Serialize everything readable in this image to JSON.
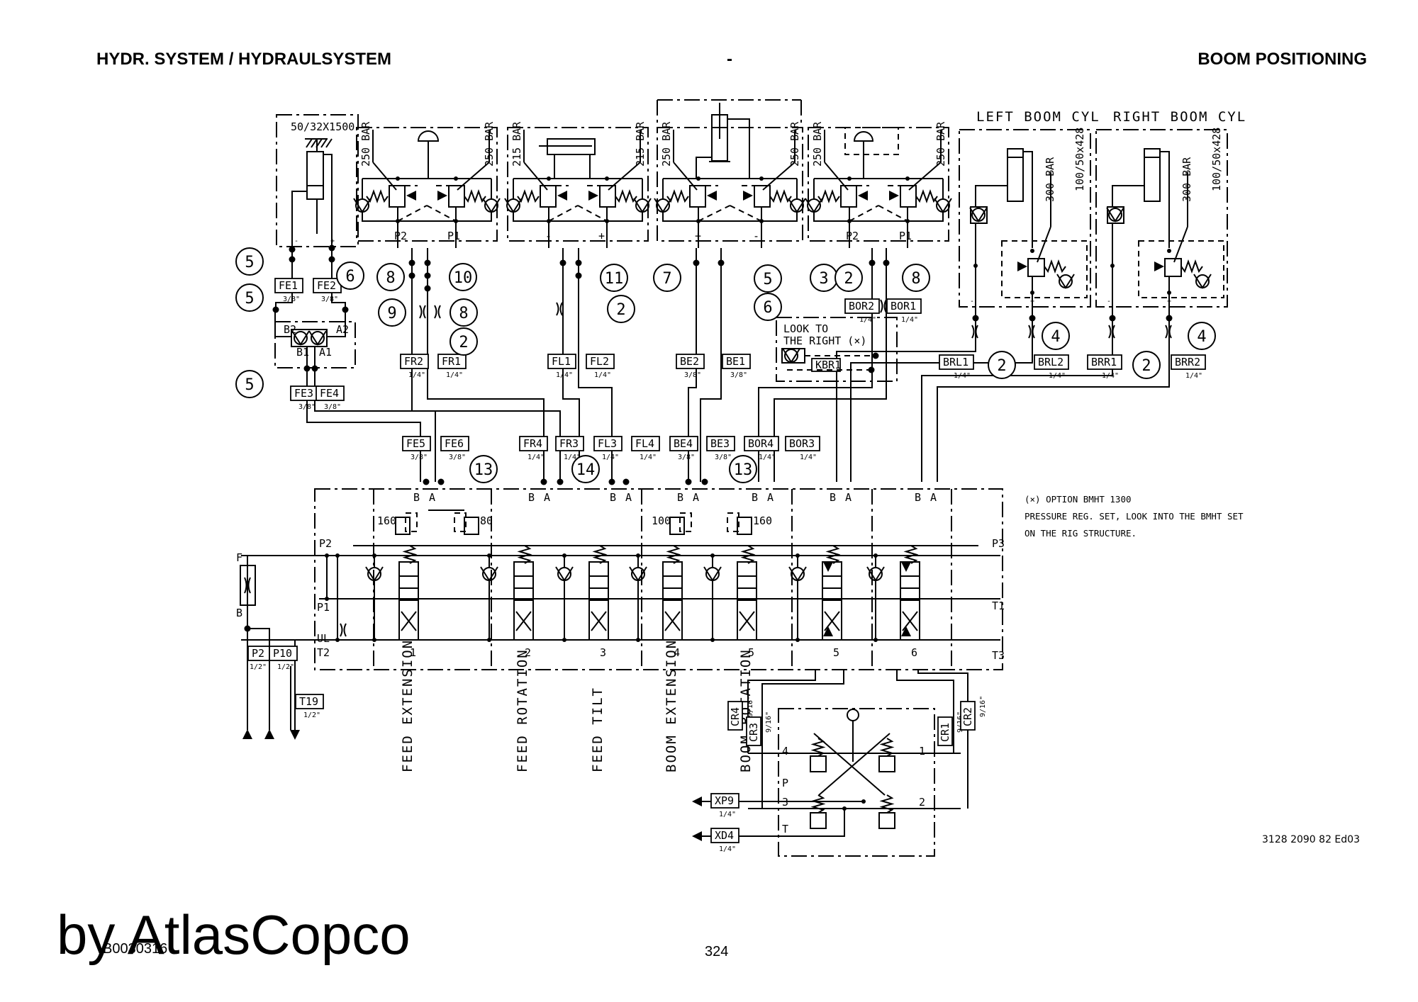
{
  "header": {
    "left": "HYDR. SYSTEM / HYDRAULSYSTEM",
    "middle": "-",
    "right": "BOOM POSITIONING"
  },
  "footer": {
    "watermark": "by AtlasCopco",
    "figure_id": "B0030316",
    "page_number": "324",
    "document_number": "3128 2090 82 Ed03"
  },
  "cylinders": {
    "feed_cyl_spec": "50/32X1500",
    "left_boom_title": "LEFT BOOM CYL",
    "right_boom_title": "RIGHT BOOM CYL",
    "boom_cyl_spec": "100/50x428",
    "boom_relief": "300 BAR"
  },
  "valve_blocks": [
    {
      "left_setting": "250 BAR",
      "right_setting": "250 BAR",
      "ports": [
        "P2",
        "P1"
      ]
    },
    {
      "left_setting": "215 BAR",
      "right_setting": "215 BAR",
      "ports": [
        "-",
        "+"
      ]
    },
    {
      "left_setting": "250 BAR",
      "right_setting": "250 BAR",
      "ports": [
        "+",
        "-"
      ]
    },
    {
      "left_setting": "250 BAR",
      "right_setting": "250 BAR",
      "ports": [
        "P2",
        "P1"
      ]
    }
  ],
  "cyl_ports": {
    "minus": "-",
    "plus": "+"
  },
  "shuttle_block": {
    "ports": [
      "B2",
      "A2",
      "B1",
      "A1"
    ]
  },
  "hose_tags": [
    {
      "id": "FE1",
      "size": "3/8\""
    },
    {
      "id": "FE2",
      "size": "3/8\""
    },
    {
      "id": "FE3",
      "size": "3/8\""
    },
    {
      "id": "FE4",
      "size": "3/8\""
    },
    {
      "id": "FR2",
      "size": "1/4\""
    },
    {
      "id": "FR1",
      "size": "1/4\""
    },
    {
      "id": "FL1",
      "size": "1/4\""
    },
    {
      "id": "FL2",
      "size": "1/4\""
    },
    {
      "id": "BE2",
      "size": "3/8\""
    },
    {
      "id": "BE1",
      "size": "3/8\""
    },
    {
      "id": "BOR2",
      "size": "1/4\""
    },
    {
      "id": "BOR1",
      "size": "1/4\""
    },
    {
      "id": "BRL1",
      "size": "1/4\""
    },
    {
      "id": "BRL2",
      "size": "1/4\""
    },
    {
      "id": "BRR1",
      "size": "1/4\""
    },
    {
      "id": "BRR2",
      "size": "1/4\""
    },
    {
      "id": "FE5",
      "size": "3/8\""
    },
    {
      "id": "FE6",
      "size": "3/8\""
    },
    {
      "id": "FR4",
      "size": "1/4\""
    },
    {
      "id": "FR3",
      "size": "1/4\""
    },
    {
      "id": "FL3",
      "size": "1/4\""
    },
    {
      "id": "FL4",
      "size": "1/4\""
    },
    {
      "id": "BE4",
      "size": "3/8\""
    },
    {
      "id": "BE3",
      "size": "3/8\""
    },
    {
      "id": "BOR4",
      "size": "1/4\""
    },
    {
      "id": "BOR3",
      "size": "1/4\""
    },
    {
      "id": "P2",
      "size": "1/2\""
    },
    {
      "id": "P10",
      "size": "1/2\""
    },
    {
      "id": "T19",
      "size": "1/2\""
    },
    {
      "id": "XP9",
      "size": "1/4\""
    },
    {
      "id": "XD4",
      "size": "1/4\""
    },
    {
      "id": "CR4",
      "size": "9/16\""
    },
    {
      "id": "CR3",
      "size": "9/16\""
    },
    {
      "id": "CR1",
      "size": "9/16\""
    },
    {
      "id": "CR2",
      "size": "9/16\""
    }
  ],
  "item_bubbles": [
    "5",
    "6",
    "5",
    "5",
    "8",
    "10",
    "9",
    "8",
    "2",
    "11",
    "2",
    "7",
    "5",
    "6",
    "3",
    "2",
    "8",
    "4",
    "2",
    "4",
    "2",
    "13",
    "14",
    "13"
  ],
  "look_right_box": {
    "line1": "LOOK TO",
    "line2": "THE RIGHT (×)",
    "tag": "KBR1"
  },
  "main_valve": {
    "port_labels": {
      "P2": "P2",
      "P1": "P1",
      "UL": "UL",
      "T2": "T2",
      "P3": "P3",
      "T1": "T1",
      "T3": "T3",
      "F": "F",
      "B": "B"
    },
    "sections": [
      {
        "number": "1",
        "name": "FEED EXTENSION",
        "relief_b": "160",
        "relief_a": "80"
      },
      {
        "number": "2",
        "name": "FEED ROTATION"
      },
      {
        "number": "3",
        "name": "FEED TILT"
      },
      {
        "number": "4",
        "name": "BOOM EXTENSION",
        "relief_b": "100",
        "relief_a": "160"
      },
      {
        "number": "5",
        "name": "BOOM ROTATION"
      },
      {
        "number": "5",
        "name": ""
      },
      {
        "number": "6",
        "name": ""
      }
    ],
    "ab_label": {
      "b": "B",
      "a": "A"
    }
  },
  "notes": {
    "line1": "(×) OPTION BMHT 1300",
    "line2": "PRESSURE REG. SET, LOOK INTO THE BMHT SET",
    "line3": "ON THE RIG STRUCTURE."
  },
  "joystick": {
    "ports": [
      "4",
      "1",
      "P",
      "3",
      "2",
      "T"
    ]
  }
}
